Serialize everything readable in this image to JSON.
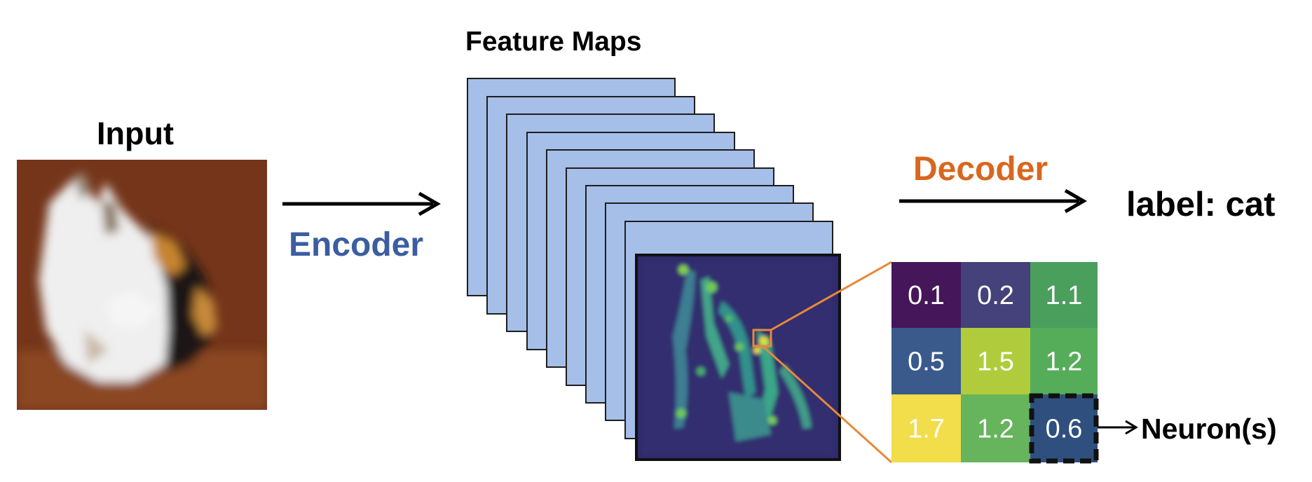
{
  "labels": {
    "input_title": "Input",
    "feature_maps_title": "Feature Maps",
    "encoder": "Encoder",
    "decoder": "Decoder",
    "output": "label: cat",
    "neuron": "Neuron(s)"
  },
  "colors": {
    "encoder": "#3b5da1",
    "decoder": "#d9661f",
    "feature_map_fill": "#a5bfe9",
    "zoom_lines": "#e8883a",
    "selected_border": "#111111"
  },
  "neuron_grid": [
    [
      {
        "value": "0.1",
        "color": "#45165a"
      },
      {
        "value": "0.2",
        "color": "#45417a"
      },
      {
        "value": "1.1",
        "color": "#4a9f5d"
      }
    ],
    [
      {
        "value": "0.5",
        "color": "#3a5a8b"
      },
      {
        "value": "1.5",
        "color": "#b0cc3c"
      },
      {
        "value": "1.2",
        "color": "#55ad5a"
      }
    ],
    [
      {
        "value": "1.7",
        "color": "#f2dd4a"
      },
      {
        "value": "1.2",
        "color": "#66b45c"
      },
      {
        "value": "0.6",
        "color": "#2f4f7e"
      }
    ]
  ],
  "selected_cell": "0.6",
  "feature_map_count": 9,
  "icons": {
    "input_image": "pixelated-cat-image",
    "heatmap": "feature-map-heatmap"
  }
}
